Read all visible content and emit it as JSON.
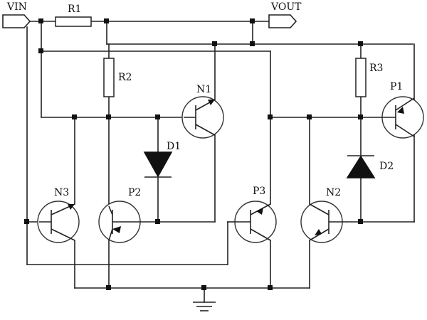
{
  "labels": {
    "vin": "VIN",
    "vout": "VOUT",
    "r1": "R1",
    "r2": "R2",
    "r3": "R3",
    "n1": "N1",
    "n2": "N2",
    "n3": "N3",
    "p1": "P1",
    "p2": "P2",
    "p3": "P3",
    "d1": "D1",
    "d2": "D2"
  }
}
